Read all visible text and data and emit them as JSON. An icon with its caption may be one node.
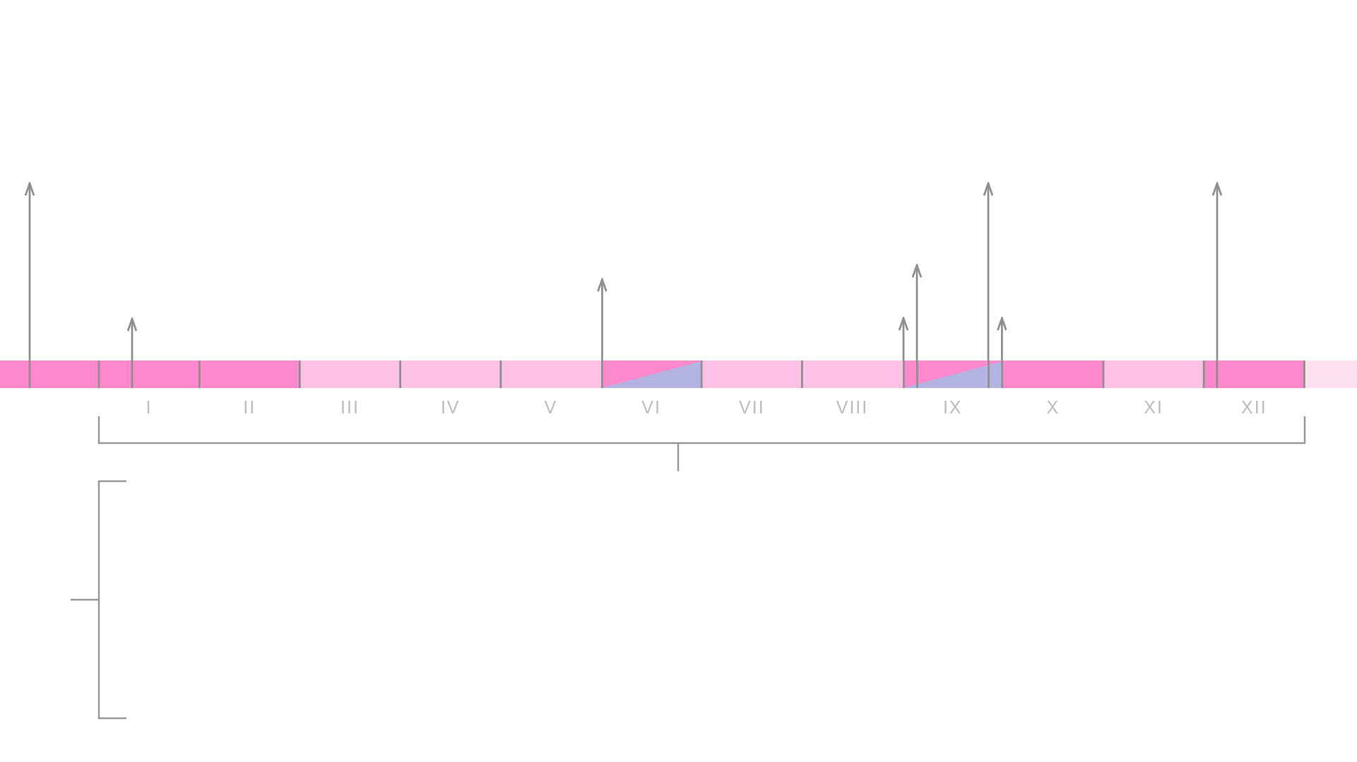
{
  "diagram": {
    "nodes": [
      {
        "text": [],
        "shape": "bar"
      },
      {
        "text": [],
        "shape": "bar",
        "beside": [
          "I"
        ]
      },
      {
        "text": [],
        "shape": "bar",
        "beside": [
          "II"
        ]
      },
      {
        "text": [],
        "shape": "bar",
        "beside": [
          "III"
        ]
      },
      {
        "text": [],
        "shape": "bar",
        "beside": [
          "IV"
        ]
      },
      {
        "text": [],
        "shape": "bar",
        "beside": [
          "V"
        ]
      },
      {
        "text": [],
        "shape": "bar",
        "beside": [
          "VI"
        ]
      },
      {
        "text": [],
        "shape": "bar",
        "beside": [
          "VII"
        ]
      },
      {
        "text": [],
        "shape": "bar",
        "beside": [
          "VIII"
        ]
      },
      {
        "text": [],
        "shape": "bar",
        "beside": [
          "IX"
        ]
      },
      {
        "text": [],
        "shape": "bar",
        "beside": [
          "X"
        ]
      },
      {
        "text": [],
        "shape": "bar",
        "beside": [
          "XI"
        ]
      },
      {
        "text": [],
        "shape": "bar",
        "beside": [
          "XII"
        ]
      },
      {
        "text": [],
        "shape": "bar"
      }
    ],
    "edges": [
      {
        "from": 0,
        "to": null,
        "arrow": "to"
      },
      {
        "from": 1,
        "to": null,
        "arrow": "to"
      },
      {
        "from": 6,
        "to": null,
        "arrow": "to"
      },
      {
        "from": 9,
        "to": null,
        "arrow": "to"
      },
      {
        "from": 9,
        "to": null,
        "arrow": "to"
      },
      {
        "from": 9,
        "to": null,
        "arrow": "to"
      },
      {
        "from": 9,
        "to": null,
        "arrow": "to"
      },
      {
        "from": 12,
        "to": null,
        "arrow": "to"
      }
    ]
  }
}
